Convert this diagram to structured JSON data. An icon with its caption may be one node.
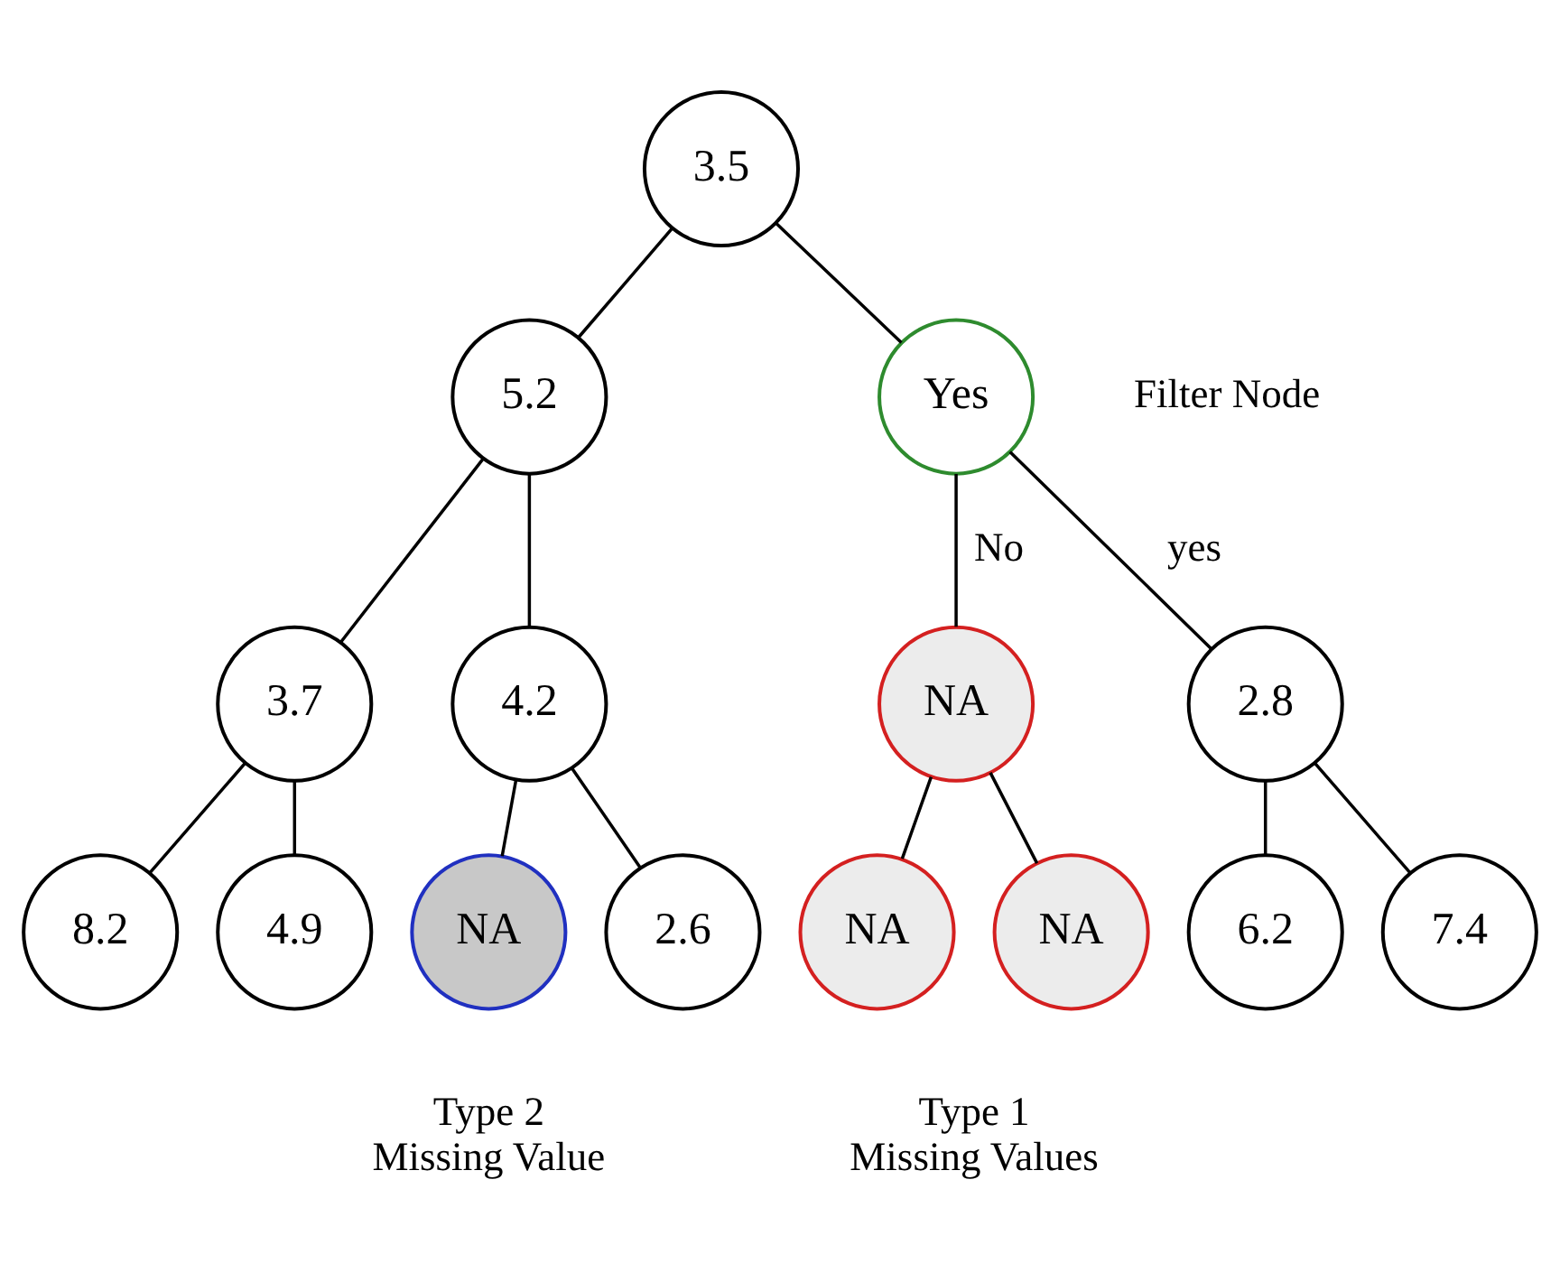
{
  "diagram": {
    "nodes": [
      {
        "text": [
          "3.5"
        ]
      },
      {
        "text": [
          "5.2"
        ]
      },
      {
        "text": [
          "Yes"
        ],
        "beside": [
          "Filter Node"
        ]
      },
      {
        "text": [
          "3.7"
        ]
      },
      {
        "text": [
          "4.2"
        ]
      },
      {
        "text": [
          "NA"
        ]
      },
      {
        "text": [
          "2.8"
        ]
      },
      {
        "text": [
          "8.2"
        ]
      },
      {
        "text": [
          "4.9"
        ]
      },
      {
        "text": [
          "NA"
        ],
        "beside": [
          "Type 2 Missing Value"
        ]
      },
      {
        "text": [
          "2.6"
        ]
      },
      {
        "text": [
          "NA"
        ]
      },
      {
        "text": [
          "NA"
        ]
      },
      {
        "text": [
          "6.2"
        ]
      },
      {
        "text": [
          "7.4"
        ]
      }
    ],
    "edges": [
      {
        "from": 0,
        "to": 1,
        "arrow": "none"
      },
      {
        "from": 0,
        "to": 2,
        "arrow": "none"
      },
      {
        "from": 1,
        "to": 3,
        "arrow": "none"
      },
      {
        "from": 1,
        "to": 4,
        "arrow": "none"
      },
      {
        "from": 2,
        "to": 5,
        "arrow": "none",
        "label": "No"
      },
      {
        "from": 2,
        "to": 6,
        "arrow": "none",
        "label": "yes"
      },
      {
        "from": 3,
        "to": 7,
        "arrow": "none"
      },
      {
        "from": 3,
        "to": 8,
        "arrow": "none"
      },
      {
        "from": 4,
        "to": 9,
        "arrow": "none"
      },
      {
        "from": 4,
        "to": 10,
        "arrow": "none"
      },
      {
        "from": 5,
        "to": 11,
        "arrow": "none"
      },
      {
        "from": 5,
        "to": 12,
        "arrow": "none"
      },
      {
        "from": 6,
        "to": 13,
        "arrow": "none"
      },
      {
        "from": 6,
        "to": 14,
        "arrow": "none"
      }
    ],
    "labels": [
      "Type 1 Missing Values"
    ]
  }
}
